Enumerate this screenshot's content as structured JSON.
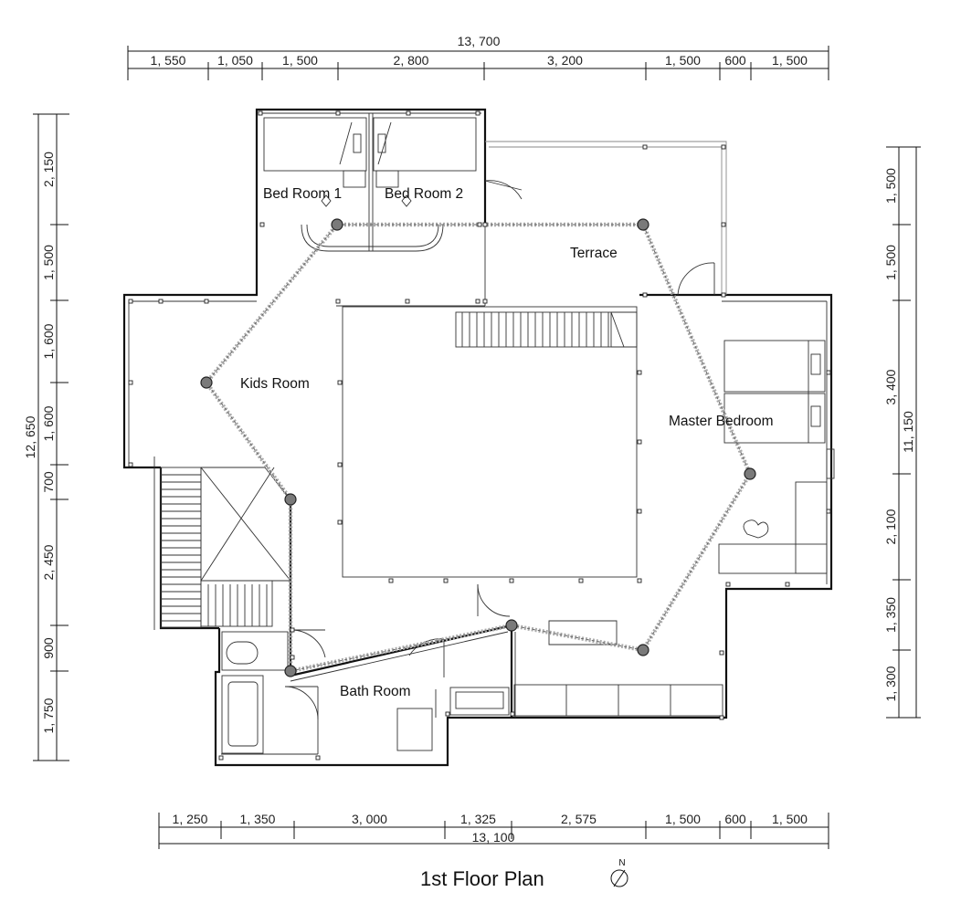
{
  "title": "1st Floor Plan",
  "north_label": "N",
  "dims_top_total": "13, 700",
  "dims_top": [
    "1, 550",
    "1, 050",
    "1, 500",
    "2, 800",
    "3, 200",
    "1, 500",
    "600",
    "1, 500"
  ],
  "dims_bottom_total": "13, 100",
  "dims_bottom": [
    "1, 250",
    "1, 350",
    "3, 000",
    "1, 325",
    "2, 575",
    "1, 500",
    "600",
    "1, 500"
  ],
  "dims_left_total": "12, 650",
  "dims_left": [
    "2, 150",
    "1, 500",
    "1, 600",
    "1, 600",
    "700",
    "2, 450",
    "900",
    "1, 750"
  ],
  "dims_right_total": "11, 150",
  "dims_right": [
    "1, 500",
    "1, 500",
    "3, 400",
    "2, 100",
    "1, 350",
    "1, 300"
  ],
  "rooms": {
    "bed_room_1": "Bed Room 1",
    "bed_room_2": "Bed Room 2",
    "terrace": "Terrace",
    "kids_room": "Kids Room",
    "master_bedroom": "Master Bedroom",
    "bath_room": "Bath Room"
  }
}
